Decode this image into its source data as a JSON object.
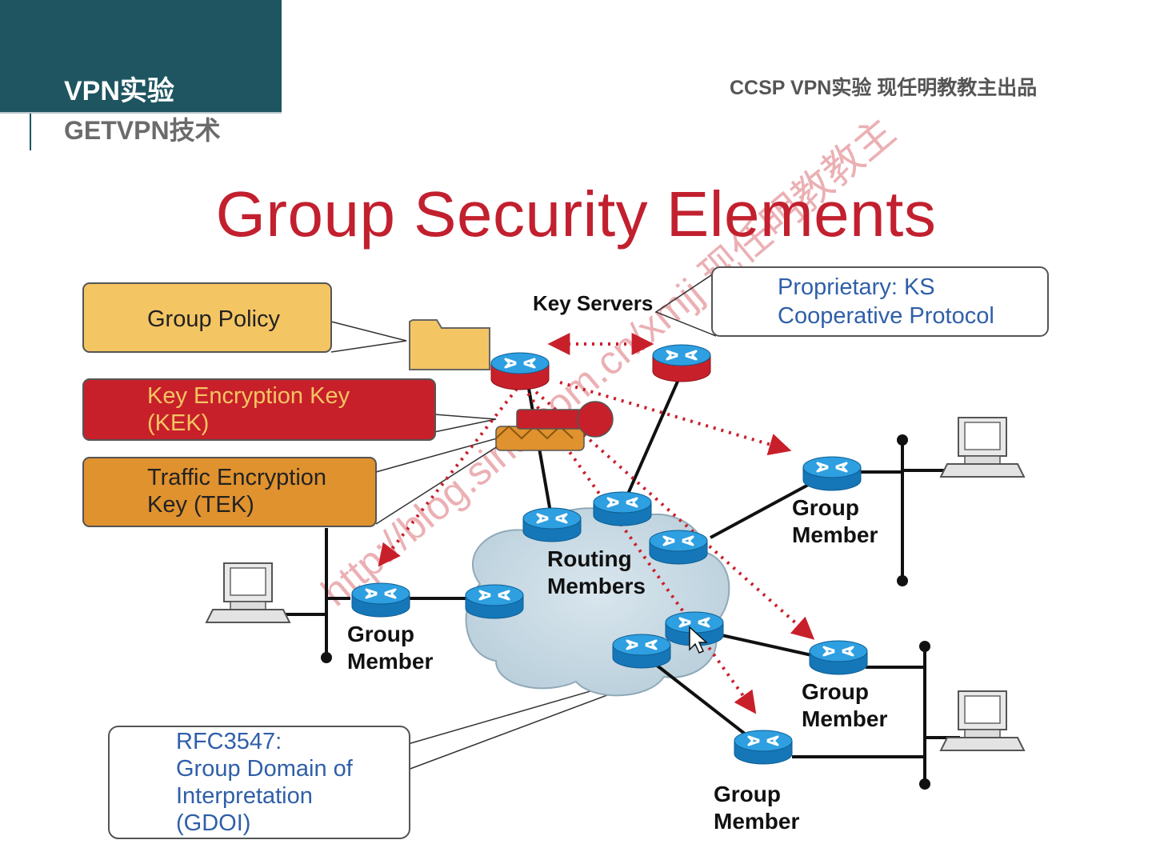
{
  "header": {
    "title": "VPN实验",
    "subtitle": "GETVPN技术",
    "right_note": "CCSP VPN实验 现任明教教主出品"
  },
  "slide": {
    "title": "Group Security Elements"
  },
  "diagram": {
    "labels": {
      "group_policy": "Group Policy",
      "kek_line1": "Key Encryption Key",
      "kek_line2": "(KEK)",
      "tek_line1": "Traffic Encryption",
      "tek_line2": "Key (TEK)",
      "key_servers": "Key Servers",
      "proprietary_line1": "Proprietary: KS",
      "proprietary_line2": "Cooperative Protocol",
      "routing_line1": "Routing",
      "routing_line2": "Members",
      "gm_right_line1": "Group",
      "gm_right_line2": "Member",
      "gm_left_line1": "Group",
      "gm_left_line2": "Member",
      "gm_mid_line1": "Group",
      "gm_mid_line2": "Member",
      "gm_bottom_line1": "Group",
      "gm_bottom_line2": "Member",
      "rfc_line1": "RFC3547:",
      "rfc_line2": "Group Domain of",
      "rfc_line3": "Interpretation",
      "rfc_line4": "(GDOI)"
    },
    "watermark": "http://blog.sina.com.cn/xmjj 现任明教教主",
    "colors": {
      "header": "#1e5560",
      "title": "#c2202f",
      "policy_box": "#f4c563",
      "kek_box": "#c8202a",
      "tek_box": "#e0922e",
      "router_blue": "#1f8fd0",
      "router_red": "#d0232a",
      "callout_text": "#2f5fa8",
      "arrow": "#c8202a"
    },
    "icons": [
      "router-icon",
      "key-server-icon",
      "folder-icon",
      "key-icon",
      "computer-icon",
      "cloud-icon",
      "mouse-cursor-icon"
    ]
  }
}
